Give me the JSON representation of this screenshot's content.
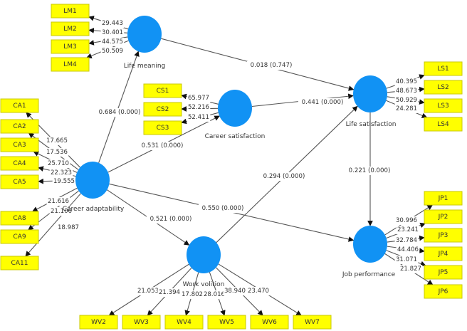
{
  "colors": {
    "latent": "#1192f4",
    "indicator": "#ffff00",
    "edge": "#555555"
  },
  "latents": [
    {
      "id": "CA",
      "label": "Career adaptability"
    },
    {
      "id": "LM",
      "label": "Life meaning"
    },
    {
      "id": "CS",
      "label": "Career satisfaction"
    },
    {
      "id": "LS",
      "label": "Life satisfaction"
    },
    {
      "id": "WV",
      "label": "Work volition"
    },
    {
      "id": "JP",
      "label": "Job performance"
    }
  ],
  "paths": [
    {
      "from": "CA",
      "to": "LM",
      "label": "0.684 (0.000)"
    },
    {
      "from": "CA",
      "to": "CS",
      "label": "0.531 (0.000)"
    },
    {
      "from": "CA",
      "to": "WV",
      "label": "0.521 (0.000)"
    },
    {
      "from": "CA",
      "to": "JP",
      "label": "0.550 (0.000)"
    },
    {
      "from": "LM",
      "to": "LS",
      "label": "0.018 (0.747)"
    },
    {
      "from": "CS",
      "to": "LS",
      "label": "0.441 (0.000)"
    },
    {
      "from": "WV",
      "to": "LS",
      "label": "0.294 (0.000)"
    },
    {
      "from": "LS",
      "to": "JP",
      "label": "0.221 (0.000)"
    }
  ],
  "indicators": {
    "LM": [
      {
        "name": "LM1",
        "loading": "29.443"
      },
      {
        "name": "LM2",
        "loading": "30.401"
      },
      {
        "name": "LM3",
        "loading": "44.575"
      },
      {
        "name": "LM4",
        "loading": "50.509"
      }
    ],
    "CA": [
      {
        "name": "CA1",
        "loading": "17.665"
      },
      {
        "name": "CA2",
        "loading": "17.536"
      },
      {
        "name": "CA3",
        "loading": "25.710"
      },
      {
        "name": "CA4",
        "loading": "22.323"
      },
      {
        "name": "CA5",
        "loading": "19.555"
      },
      {
        "name": "CA8",
        "loading": "21.616"
      },
      {
        "name": "CA9",
        "loading": "21.106"
      },
      {
        "name": "CA11",
        "loading": "18.987"
      }
    ],
    "CS": [
      {
        "name": "CS1",
        "loading": "65.977"
      },
      {
        "name": "CS2",
        "loading": "52.216"
      },
      {
        "name": "CS3",
        "loading": "52.411"
      }
    ],
    "LS": [
      {
        "name": "LS1",
        "loading": "40.395"
      },
      {
        "name": "LS2",
        "loading": "48.673"
      },
      {
        "name": "LS3",
        "loading": "50.929"
      },
      {
        "name": "LS4",
        "loading": "24.281"
      }
    ],
    "JP": [
      {
        "name": "JP1",
        "loading": "30.996"
      },
      {
        "name": "JP2",
        "loading": "23.241"
      },
      {
        "name": "JP3",
        "loading": "32.784"
      },
      {
        "name": "JP4",
        "loading": "44.406"
      },
      {
        "name": "JP5",
        "loading": "31.071"
      },
      {
        "name": "JP6",
        "loading": "21.827"
      }
    ],
    "WV": [
      {
        "name": "WV2",
        "loading": "21.053"
      },
      {
        "name": "WV3",
        "loading": "21.394"
      },
      {
        "name": "WV4",
        "loading": "17.802"
      },
      {
        "name": "WV5",
        "loading": "28.016"
      },
      {
        "name": "WV6",
        "loading": "38.940"
      },
      {
        "name": "WV7",
        "loading": "23.470"
      }
    ]
  }
}
